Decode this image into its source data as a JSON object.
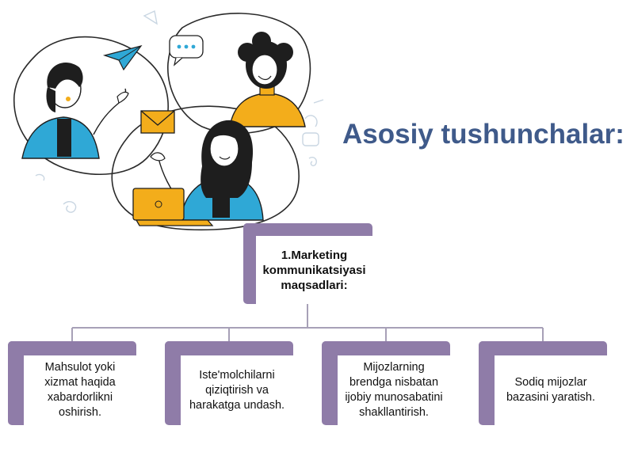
{
  "title": "Asosiy tushunchalar:",
  "diagram": {
    "root": {
      "text": "1.Marketing kommunikatsiyasi maqsadlari:"
    },
    "children": [
      {
        "text": "Mahsulot yoki xizmat haqida xabardorlikni oshirish."
      },
      {
        "text": "Iste'molchilarni qiziqtirish va harakatga undash."
      },
      {
        "text": "Mijozlarning brendga nisbatan ijobiy munosabatini shakllantirish."
      },
      {
        "text": "Sodiq mijozlar bazasini yaratish."
      }
    ]
  },
  "colors": {
    "title": "#3f5a8a",
    "node_accent": "#8f7ca8",
    "connector": "#a7a0b7",
    "cyan": "#2fa8d6",
    "yellow": "#f3ad1b",
    "outline": "#1e1e1e"
  },
  "illustration": {
    "icons": [
      "paper-plane-icon",
      "chat-bubble-icon",
      "envelope-icon",
      "laptop-icon",
      "decorative-swirl-icon"
    ]
  }
}
